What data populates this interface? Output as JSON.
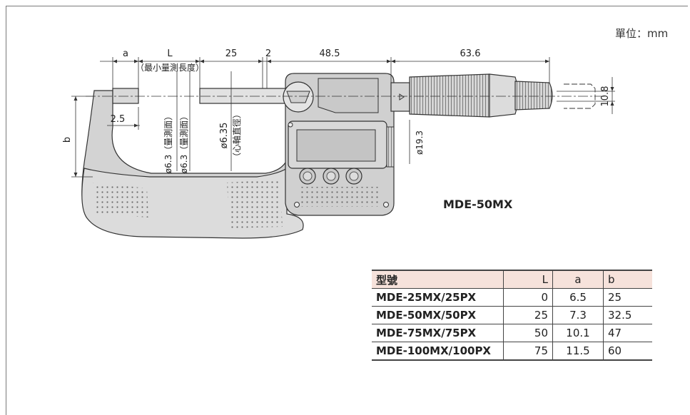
{
  "unit": "單位：mm",
  "model_label": "MDE-50MX",
  "dimensions": {
    "a": "a",
    "L": "L",
    "L_note": "（最小量測長度）",
    "d25": "25",
    "d2": "2",
    "d48_5": "48.5",
    "d63_6": "63.6",
    "d10_8": "10.8",
    "d2_5": "2.5",
    "b": "b",
    "phi19_3": "ø19.3",
    "phi6_3_a": "ø6.3（量測面）",
    "phi6_3_b": "ø6.3（量測面）",
    "phi6_35": "ø6.35",
    "phi6_35_note": "（心軸直徑）"
  },
  "table": {
    "headers": [
      "型號",
      "L",
      "a",
      "b"
    ],
    "rows": [
      [
        "MDE-25MX/25PX",
        "0",
        "6.5",
        "25"
      ],
      [
        "MDE-50MX/50PX",
        "25",
        "7.3",
        "32.5"
      ],
      [
        "MDE-75MX/75PX",
        "50",
        "10.1",
        "47"
      ],
      [
        "MDE-100MX/100PX",
        "75",
        "11.5",
        "60"
      ]
    ],
    "header_color": "#f6e2db"
  }
}
